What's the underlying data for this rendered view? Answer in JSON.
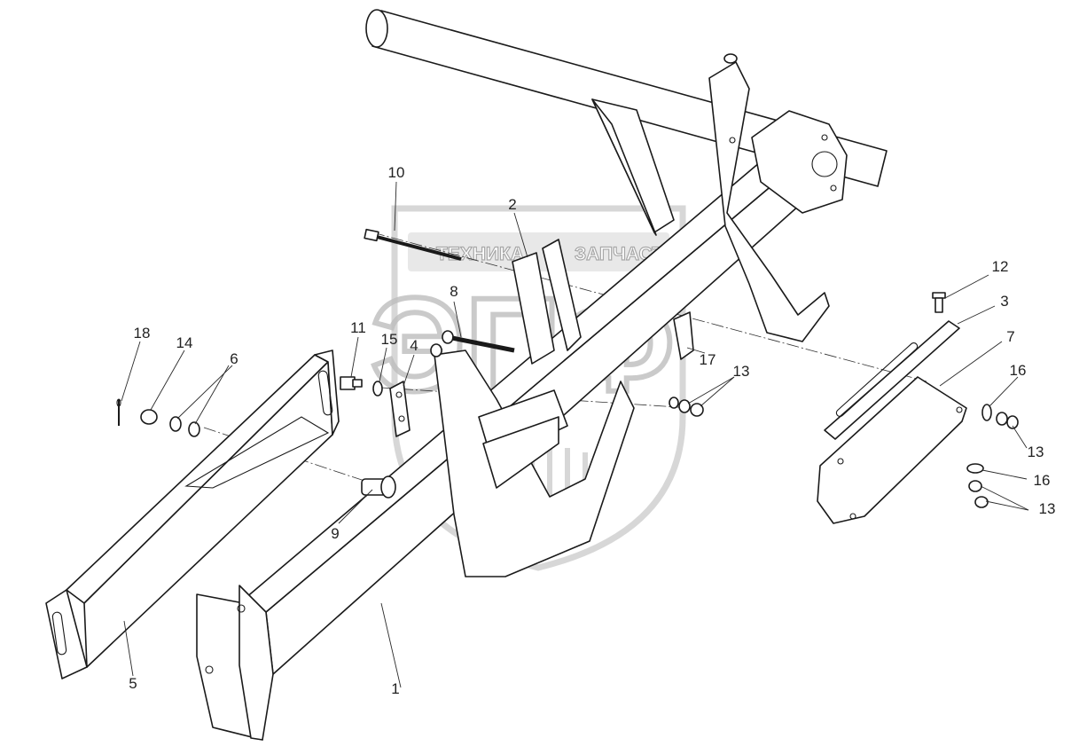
{
  "diagram": {
    "watermark": {
      "brand_left": "ТЕХНИКА",
      "brand_right": "ЗАПЧАСТИ",
      "monogram": "ЭПФ"
    },
    "callouts": [
      {
        "id": "c1",
        "label": "1"
      },
      {
        "id": "c2",
        "label": "2"
      },
      {
        "id": "c3",
        "label": "3"
      },
      {
        "id": "c4",
        "label": "4"
      },
      {
        "id": "c5",
        "label": "5"
      },
      {
        "id": "c6",
        "label": "6"
      },
      {
        "id": "c7",
        "label": "7"
      },
      {
        "id": "c8",
        "label": "8"
      },
      {
        "id": "c9",
        "label": "9"
      },
      {
        "id": "c10",
        "label": "10"
      },
      {
        "id": "c11",
        "label": "11"
      },
      {
        "id": "c12",
        "label": "12"
      },
      {
        "id": "c13a",
        "label": "13"
      },
      {
        "id": "c13b",
        "label": "13"
      },
      {
        "id": "c13c",
        "label": "13"
      },
      {
        "id": "c14",
        "label": "14"
      },
      {
        "id": "c15",
        "label": "15"
      },
      {
        "id": "c16a",
        "label": "16"
      },
      {
        "id": "c16b",
        "label": "16"
      },
      {
        "id": "c17",
        "label": "17"
      },
      {
        "id": "c18",
        "label": "18"
      }
    ]
  }
}
